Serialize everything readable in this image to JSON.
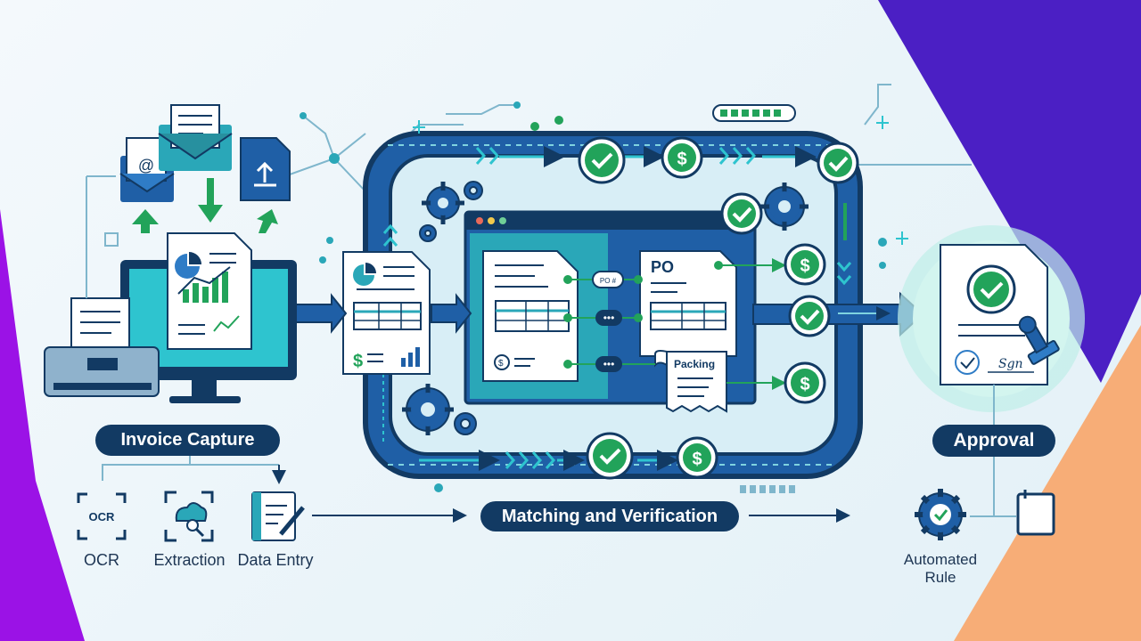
{
  "stages": {
    "capture": "Invoice Capture",
    "matching": "Matching and Verification",
    "approval": "Approval"
  },
  "capture_steps": [
    "OCR",
    "Extraction",
    "Data Entry"
  ],
  "icons": {
    "ocr_text": "OCR"
  },
  "documents": {
    "po_title": "PO",
    "po_tag": "PO #",
    "packing_title": "Packing",
    "signature": "Sgn"
  },
  "approval_steps": {
    "automated_rule_line1": "Automated",
    "automated_rule_line2": "Rule"
  },
  "colors": {
    "navy": "#123a63",
    "blue": "#1f5fa6",
    "teal": "#2aa7b8",
    "green": "#22a35a",
    "purple": "#9b12e6",
    "indigo": "#4b1fc4",
    "orange": "#f7ad77"
  }
}
